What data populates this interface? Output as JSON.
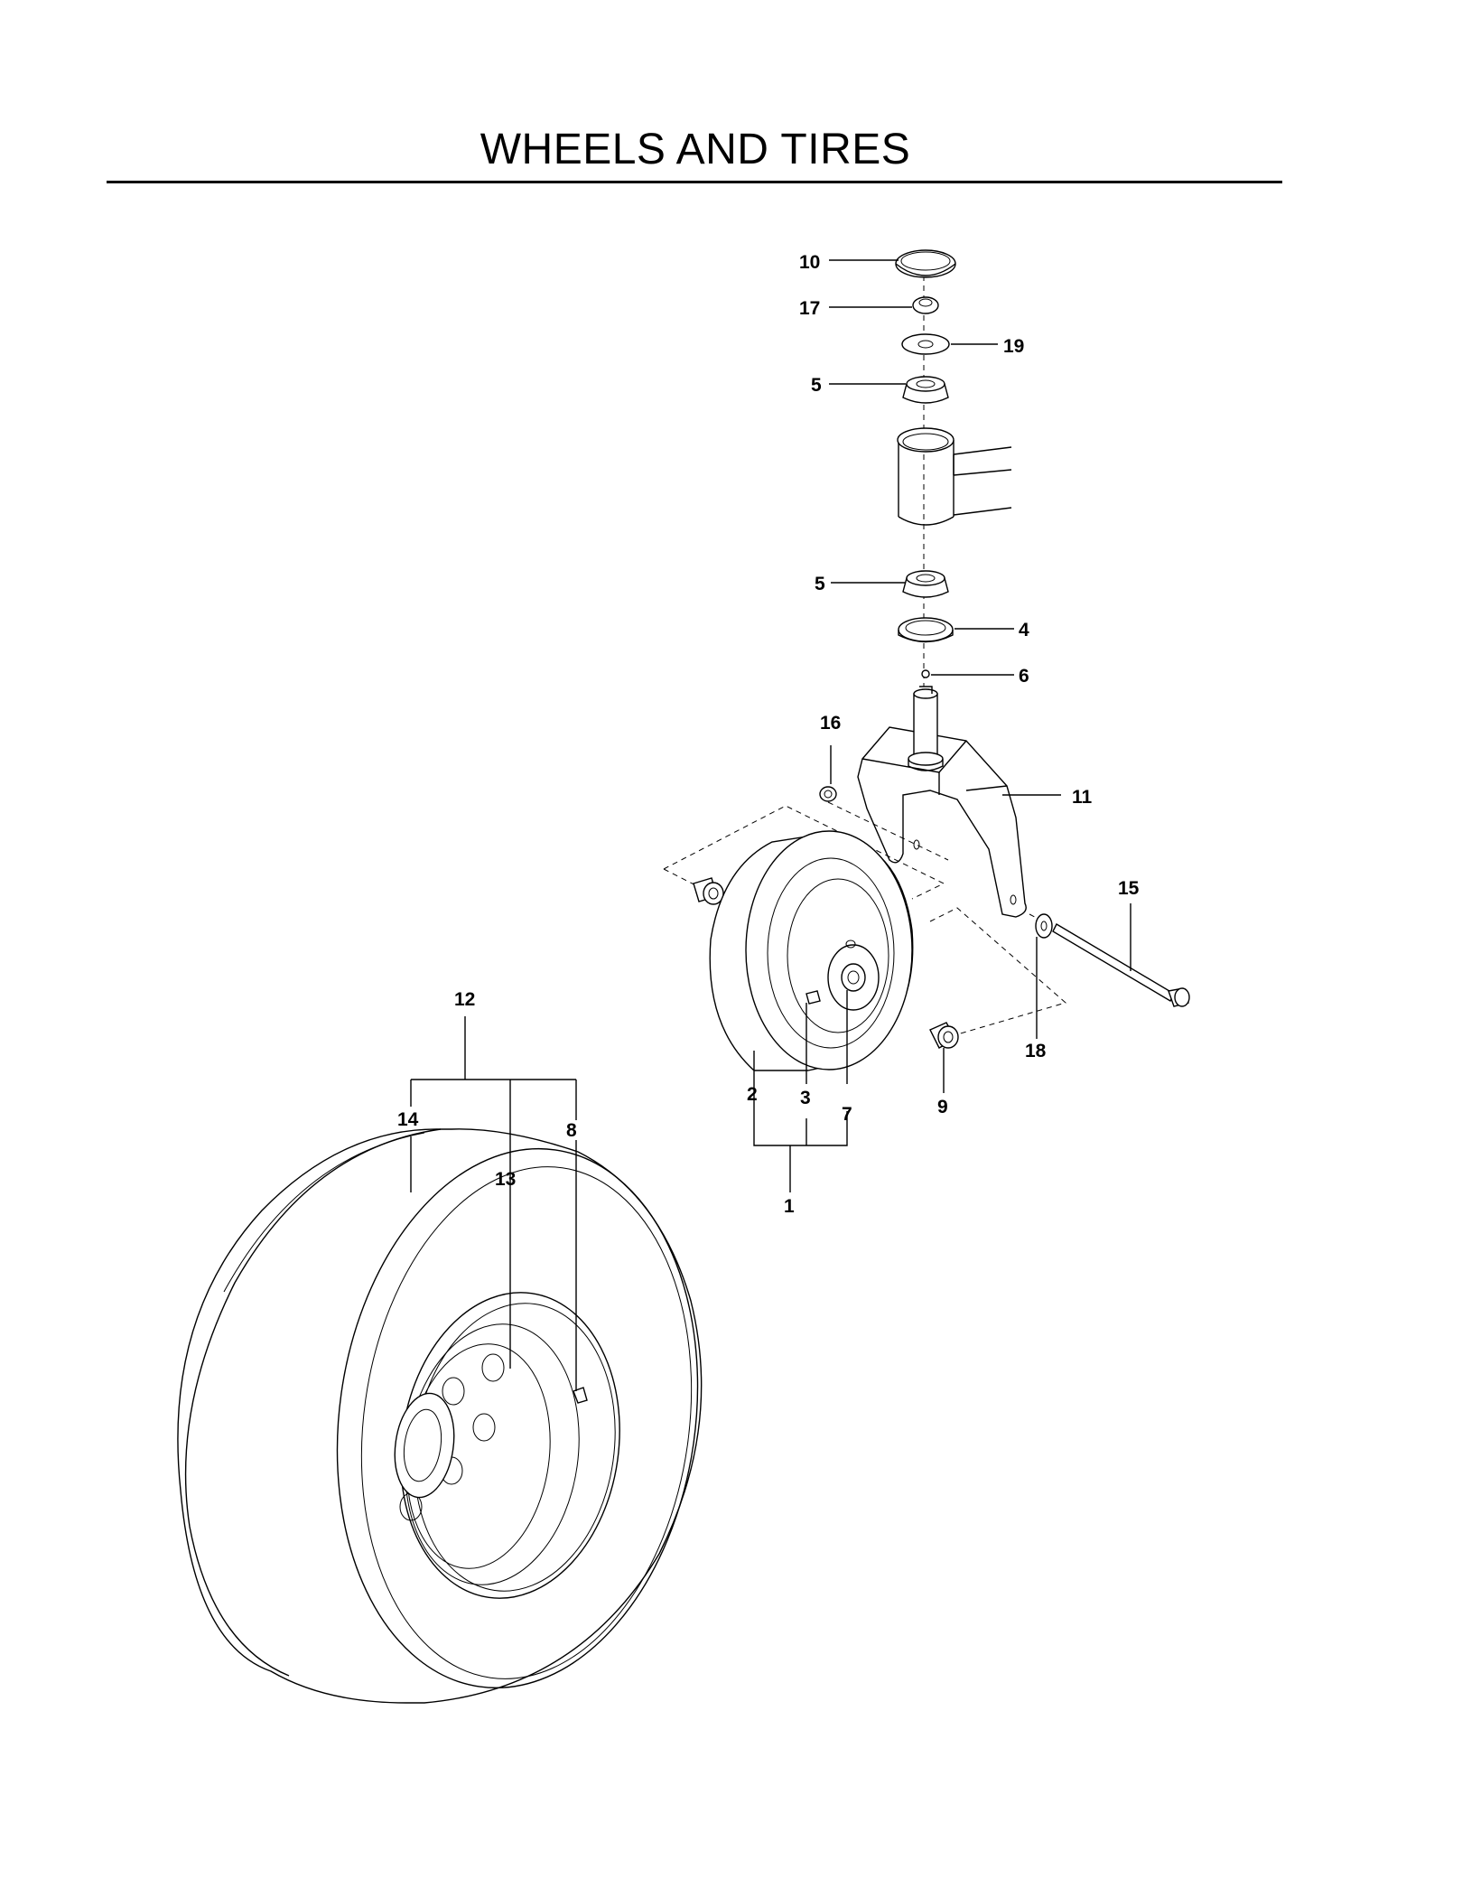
{
  "title": "WHEELS AND TIRES",
  "callouts": {
    "c1": "1",
    "c2": "2",
    "c3": "3",
    "c4": "4",
    "c5a": "5",
    "c5b": "5",
    "c6": "6",
    "c7": "7",
    "c8": "8",
    "c9": "9",
    "c10": "10",
    "c11": "11",
    "c12": "12",
    "c13": "13",
    "c14": "14",
    "c15": "15",
    "c16": "16",
    "c17": "17",
    "c18": "18",
    "c19": "19"
  }
}
